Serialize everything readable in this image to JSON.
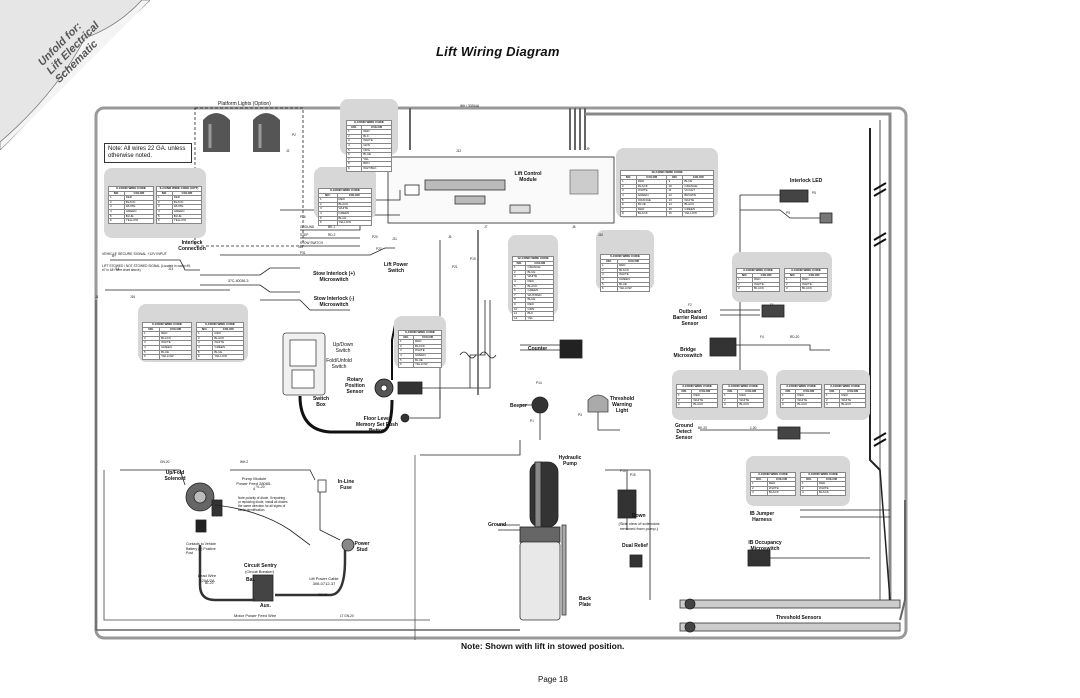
{
  "title": "Lift Wiring Diagram",
  "corner_tab": [
    "Unfold for:",
    "Lift Electrical",
    "Schematic"
  ],
  "note_wires": "Note:  All wires 22 GA. unless otherwise noted.",
  "note_stowed": "Note: Shown with lift in stowed position.",
  "page": "Page 18",
  "labels": {
    "platform_lights": "Platform Lights (Option)",
    "lift_control_module": "Lift Control Module",
    "interlock_led": "Interlock LED",
    "interlock_connection": "Interlock Connection",
    "lift_power_switch": "Lift Power Switch",
    "stow_interlock_plus": "Stow Interlock (+) Microswitch",
    "stow_interlock_minus": "Stow Interlock (-) Microswitch",
    "updown_switch": "Up/Down Switch",
    "fold_unfold_switch": "Fold/Unfold Switch",
    "switch_box": "Switch Box",
    "rotary_position_sensor": "Rotary Position Sensor",
    "floor_level_memory": "Floor Level Memory Set Push Button",
    "counter": "Counter",
    "beeper": "Beeper",
    "threshold_warning_light": "Threshold Warning Light",
    "outboard_barrier": "Outboard Barrier Raised Sensor",
    "bridge_microswitch": "Bridge Microswitch",
    "ground_detect_sensor": "Ground Detect Sensor",
    "ib_jumper_harness": "IB Jumper Harness",
    "ib_occupancy": "IB Occupancy Microswitch",
    "threshold_sensors": "Threshold Sensors",
    "hydraulic_pump": "Hydraulic Pump",
    "ground": "Ground",
    "down": "Down",
    "down_note": "(Side view of solenoids removed from pump.)",
    "dual_relief": "Dual Relief",
    "back_plate": "Back Plate",
    "updown_solenoid": "Up/Fold Solenoid",
    "inline_fuse": "In-Line Fuse",
    "power_stud": "Power Stud",
    "circuit_sentry": "Circuit Sentry",
    "circuit_breaker": "(Circuit Breaker)",
    "bat": "Bat.",
    "aux": "Aux.",
    "lead_wire": "Lead Wire 120A/2A",
    "lift_power_cable": "Lift Power Cable 306-0712-37",
    "pump_module_power_feed": "Pump Module Power Feed 28065-4",
    "motor_power_feed_wire": "Motor Power Feed Wire",
    "contacts_vehicle_battery": "Contacts to Vehicle Battery (+) Positive Post",
    "diode_note": "Note polarity of diode. If repairing or replacing diode, install all diodes the same direction for all styles of diode identification.",
    "vehicle_secure": "VEHICLE SECURE SIGNAL +12V INPUT",
    "lift_stowed_signal": "LIFT STOWED / NOT STOWED SIGNAL (Located in cavity #9, #7 in 48 - wire chart above)",
    "stow_harness": "37C-40036-3"
  },
  "wire_tags": [
    "WH / 30264A",
    "B+",
    "GROUND",
    "STEP",
    "STOW SWITCH",
    "BK-1",
    "RD-2",
    "P16",
    "P2",
    "J2",
    "J1",
    "J16",
    "J11",
    "J6",
    "J7",
    "J8",
    "J9",
    "J10",
    "J12",
    "J13",
    "J14",
    "J15",
    "P31",
    "P22",
    "P20",
    "P21",
    "P19",
    "P10",
    "P15",
    "P14",
    "P1",
    "P3",
    "P5",
    "P9",
    "F2",
    "F1",
    "F4",
    "RD-20",
    "BK-20",
    "1-00",
    "GN-20",
    "WH-2",
    "YL-20",
    "BL-20",
    "OR-20",
    "LT GN-20"
  ],
  "tables": {
    "platform_9": {
      "title": "9-COND WIRE CODE",
      "header": [
        "NO.",
        "COLOR"
      ],
      "rows": [
        [
          "1",
          "RED"
        ],
        [
          "2",
          "BLK"
        ],
        [
          "3",
          "WHITE"
        ],
        [
          "4",
          "GRN"
        ],
        [
          "5",
          "ORG"
        ],
        [
          "6",
          "BLUE"
        ],
        [
          "7",
          "YEL"
        ],
        [
          "8",
          "BRN"
        ],
        [
          "9",
          "WHT/BLK"
        ]
      ]
    },
    "interlock_6a": {
      "title": "6-COND WIRE CODE",
      "header": [
        "NO.",
        "COLOR"
      ],
      "rows": [
        [
          "1",
          "RED"
        ],
        [
          "2",
          "BLACK"
        ],
        [
          "3",
          "WHITE"
        ],
        [
          "4",
          "GREEN"
        ],
        [
          "5",
          "BLUE"
        ],
        [
          "6",
          "YELLOW"
        ]
      ]
    },
    "interlock_6b": {
      "title": "6-COND WIRE CODE (OPT)",
      "header": [
        "NO.",
        "COLOR"
      ],
      "rows": [
        [
          "1",
          "RED"
        ],
        [
          "2",
          "BLACK"
        ],
        [
          "3",
          "WHITE"
        ],
        [
          "4",
          "GREEN"
        ],
        [
          "5",
          "BLUE"
        ],
        [
          "6",
          "YELLOW"
        ]
      ]
    },
    "power_6": {
      "title": "6-COND WIRE CODE",
      "header": [
        "NO.",
        "COLOR"
      ],
      "rows": [
        [
          "1",
          "RED"
        ],
        [
          "2",
          "BLACK"
        ],
        [
          "3",
          "WHITE"
        ],
        [
          "4",
          "GREEN"
        ],
        [
          "5",
          "BLUE"
        ],
        [
          "6",
          "YELLOW"
        ]
      ]
    },
    "main_16": {
      "title": "16-COND WIRE CODE",
      "header": [
        "NO.",
        "COLOR",
        "NO.",
        "COLOR"
      ],
      "rows": [
        [
          "1",
          "RED",
          "9",
          "BLUE"
        ],
        [
          "2",
          "BLACK",
          "10",
          "ORANGE"
        ],
        [
          "3",
          "WHITE",
          "11",
          "VIOLET"
        ],
        [
          "4",
          "GREEN",
          "12",
          "BROWN"
        ],
        [
          "5",
          "ORANGE",
          "13",
          "WHITE"
        ],
        [
          "6",
          "BLUE",
          "14",
          "BLACK"
        ],
        [
          "7",
          "RED",
          "15",
          "GREEN"
        ],
        [
          "8",
          "BLACK",
          "16",
          "YELLOW"
        ]
      ]
    },
    "led_12": {
      "title": "12-COND WIRE CODE",
      "header": [
        "NO.",
        "COLOR"
      ],
      "rows": [
        [
          "1",
          "ORANGE"
        ],
        [
          "2",
          "BLUE"
        ],
        [
          "3",
          "WHITE"
        ],
        [
          "4",
          "RED"
        ],
        [
          "5",
          "BLACK"
        ],
        [
          "6",
          "GREEN"
        ],
        [
          "7",
          "WHT/RED"
        ],
        [
          "8",
          "BLUE"
        ],
        [
          "9",
          "RED"
        ],
        [
          "10",
          "GRN"
        ],
        [
          "11",
          "BLK"
        ],
        [
          "12",
          "YEL"
        ]
      ]
    },
    "led_6": {
      "title": "6-COND WIRE CODE",
      "header": [
        "NO.",
        "COLOR"
      ],
      "rows": [
        [
          "1",
          "RED"
        ],
        [
          "2",
          "BLACK"
        ],
        [
          "3",
          "WHITE"
        ],
        [
          "4",
          "GREEN"
        ],
        [
          "5",
          "BLUE"
        ],
        [
          "6",
          "YELLOW"
        ]
      ]
    },
    "stow_6a": {
      "title": "6-COND WIRE CODE",
      "header": [
        "NO.",
        "COLOR"
      ],
      "rows": [
        [
          "1",
          "RED"
        ],
        [
          "2",
          "BLACK"
        ],
        [
          "3",
          "WHITE"
        ],
        [
          "4",
          "GREEN"
        ],
        [
          "5",
          "BLUE"
        ],
        [
          "6",
          "YELLOW"
        ]
      ]
    },
    "stow_6b": {
      "title": "6-COND WIRE CODE",
      "header": [
        "NO.",
        "COLOR"
      ],
      "rows": [
        [
          "1",
          "RED"
        ],
        [
          "2",
          "BLACK"
        ],
        [
          "3",
          "WHITE"
        ],
        [
          "4",
          "GREEN"
        ],
        [
          "5",
          "BLUE"
        ],
        [
          "6",
          "YELLOW"
        ]
      ]
    },
    "rotary_6": {
      "title": "6-COND WIRE CODE",
      "header": [
        "NO.",
        "COLOR"
      ],
      "rows": [
        [
          "1",
          "RED"
        ],
        [
          "2",
          "BLACK"
        ],
        [
          "3",
          "WHITE"
        ],
        [
          "4",
          "GREEN"
        ],
        [
          "5",
          "BLUE"
        ],
        [
          "6",
          "YELLOW"
        ]
      ]
    },
    "outboard_3a": {
      "title": "3-COND WIRE CODE",
      "header": [
        "NO.",
        "COLOR"
      ],
      "rows": [
        [
          "1",
          "RED"
        ],
        [
          "2",
          "WHITE"
        ],
        [
          "3",
          "BLACK"
        ]
      ]
    },
    "outboard_3b": {
      "title": "3-COND WIRE CODE",
      "header": [
        "NO.",
        "COLOR"
      ],
      "rows": [
        [
          "1",
          "RED"
        ],
        [
          "2",
          "WHITE"
        ],
        [
          "3",
          "BLACK"
        ]
      ]
    },
    "ground_3a": {
      "title": "3-COND WIRE CODE",
      "header": [
        "NO.",
        "COLOR"
      ],
      "rows": [
        [
          "1",
          "RED"
        ],
        [
          "2",
          "WHITE"
        ],
        [
          "3",
          "BLACK"
        ]
      ]
    },
    "ground_3b": {
      "title": "3-COND WIRE CODE",
      "header": [
        "NO.",
        "COLOR"
      ],
      "rows": [
        [
          "1",
          "RED"
        ],
        [
          "2",
          "WHITE"
        ],
        [
          "3",
          "BLACK"
        ]
      ]
    },
    "thresh_3a": {
      "title": "3-COND WIRE CODE",
      "header": [
        "NO.",
        "COLOR"
      ],
      "rows": [
        [
          "1",
          "RED"
        ],
        [
          "2",
          "WHITE"
        ],
        [
          "3",
          "BLACK"
        ]
      ]
    },
    "thresh_3b": {
      "title": "3-COND WIRE CODE",
      "header": [
        "NO.",
        "COLOR"
      ],
      "rows": [
        [
          "1",
          "RED"
        ],
        [
          "2",
          "WHITE"
        ],
        [
          "3",
          "BLACK"
        ]
      ]
    },
    "ib_3a": {
      "title": "3-COND WIRE CODE",
      "header": [
        "NO.",
        "COLOR"
      ],
      "rows": [
        [
          "1",
          "RED"
        ],
        [
          "2",
          "WHITE"
        ],
        [
          "3",
          "BLACK"
        ]
      ]
    },
    "ib_3b": {
      "title": "3-COND WIRE CODE",
      "header": [
        "NO.",
        "COLOR"
      ],
      "rows": [
        [
          "1",
          "RED"
        ],
        [
          "2",
          "WHITE"
        ],
        [
          "3",
          "BLACK"
        ]
      ]
    }
  },
  "colors": {
    "callout": "#d7d7d7",
    "wire": "#222222",
    "harness": "#555555",
    "corner_shade": "#e6e6e6"
  }
}
